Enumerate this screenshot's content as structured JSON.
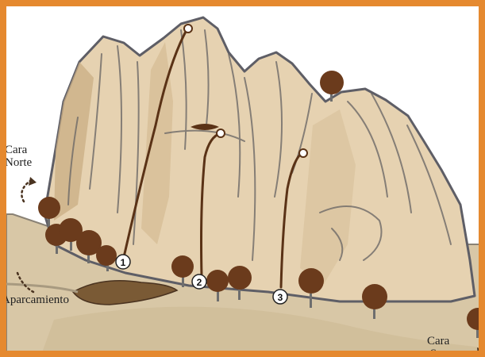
{
  "labels": {
    "north_face": [
      "Cara",
      "Norte"
    ],
    "parking": "Aparcamiento",
    "south_face": [
      "Cara",
      "Sur"
    ]
  },
  "routes": [
    {
      "number": "1",
      "name": "route-1"
    },
    {
      "number": "2",
      "name": "route-2"
    },
    {
      "number": "3",
      "name": "route-3"
    }
  ],
  "colors": {
    "frame": "#e5892f",
    "rock": "#e6d2b1",
    "rock_shadow": "#c9ae84",
    "ground": "#d8c7a6",
    "route_line": "#5a3216",
    "tree": "#6b3b1c",
    "parking": "#7a5a35"
  }
}
